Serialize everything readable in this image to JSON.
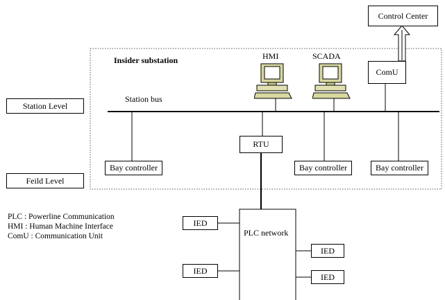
{
  "substation_title": "Insider substation",
  "station_bus_label": "Station bus",
  "levels": {
    "station": "Station Level",
    "field": "Feild Level"
  },
  "nodes": {
    "control_center": "Control Center",
    "comu": "ComU",
    "hmi": "HMI",
    "scada": "SCADA",
    "rtu": "RTU",
    "bay_controller_1": "Bay controller",
    "bay_controller_2": "Bay controller",
    "bay_controller_3": "Bay controller",
    "plc_network": "PLC network",
    "ied_1": "IED",
    "ied_2": "IED",
    "ied_3": "IED",
    "ied_4": "IED"
  },
  "legend": [
    "PLC : Powerline Communication",
    "HMI : Human Machine Interface",
    "ComU :  Communication Unit"
  ]
}
